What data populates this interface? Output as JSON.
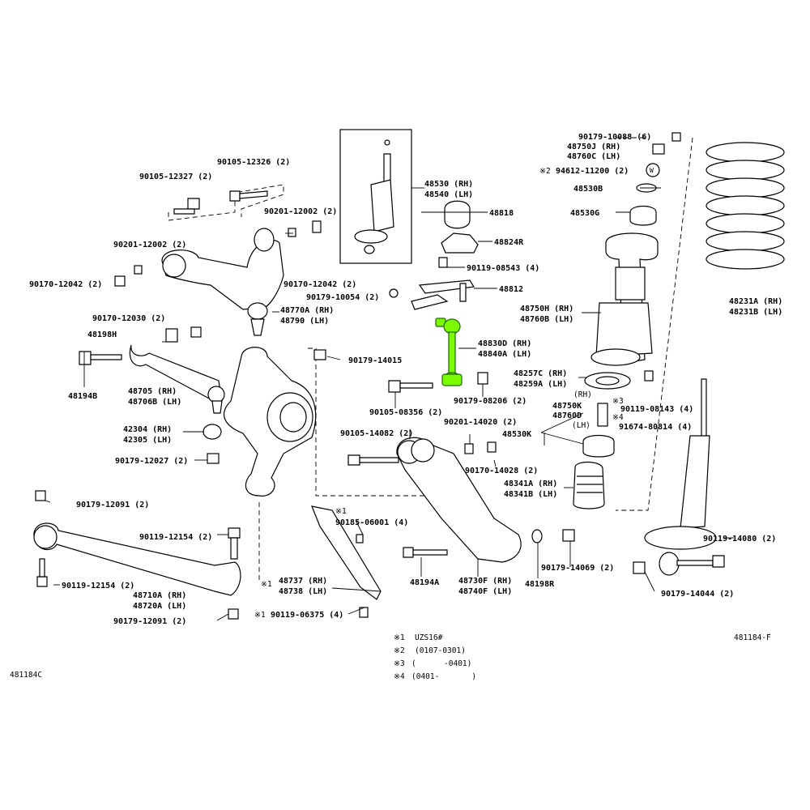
{
  "parts": {
    "p90105_12326": "90105-12326 (2)",
    "p90105_12327": "90105-12327 (2)",
    "p90201_12002a": "90201-12002 (2)",
    "p90201_12002b": "90201-12002 (2)",
    "p90170_12042a": "90170-12042 (2)",
    "p90170_12042b": "90170-12042 (2)",
    "p90179_10054": "90179-10054 (2)",
    "p48770A": "48770A (RH)",
    "p48790": "48790 (LH)",
    "p90170_12030": "90170-12030 (2)",
    "p48198H": "48198H",
    "p48194B": "48194B",
    "p48705": "48705 (RH)",
    "p48706B": "48706B (LH)",
    "p90179_14015": "90179-14015",
    "p42304": "42304 (RH)",
    "p42305": "42305 (LH)",
    "p90179_12027": "90179-12027 (2)",
    "p90179_12091a": "90179-12091 (2)",
    "p90119_12154a": "90119-12154 (2)",
    "p90119_12154b": "90119-12154 (2)",
    "p48710A": "48710A (RH)",
    "p48720A": "48720A (LH)",
    "p90179_12091b": "90179-12091 (2)",
    "p48530": "48530 (RH)",
    "p48540": "48540 (LH)",
    "p48818": "48818",
    "p48824R": "48824R",
    "p90119_08543": "90119-08543 (4)",
    "p48812": "48812",
    "p48830D": "48830D (RH)",
    "p48840A": "48840A (LH)",
    "p90179_08206": "90179-08206 (2)",
    "p90105_08356": "90105-08356 (2)",
    "p90105_14082": "90105-14082 (2)",
    "p90201_14020": "90201-14020 (2)",
    "p90170_14028": "90170-14028 (2)",
    "p90185_06001": "90185-06001 (4)",
    "p48737": "48737 (RH)",
    "p48738": "48738 (LH)",
    "p90119_06375": "90119-06375 (4)",
    "p48194A": "48194A",
    "p48730F": "48730F (RH)",
    "p48740F": "48740F (LH)",
    "p48198R": "48198R",
    "p90179_14069": "90179-14069 (2)",
    "p90179_10088": "90179-10088 (6)",
    "p48750J": "48750J (RH)",
    "p48760C": "48760C (LH)",
    "p94612_11200": "94612-11200 (2)",
    "p48530B": "48530B",
    "p48530G": "48530G",
    "p48750H": "48750H (RH)",
    "p48760B": "48760B (LH)",
    "p48257C": "48257C (RH)",
    "p48259A": "48259A (LH)",
    "p48750K": "48750K",
    "p48750K_rh": "(RH)",
    "p48760D": "48760D",
    "p48760D_lh": "(LH)",
    "p48530K": "48530K",
    "p90119_08143": "90119-08143 (4)",
    "p91674_80814": "91674-80814 (4)",
    "p48341A": "48341A (RH)",
    "p48341B": "48341B (LH)",
    "p48231A": "48231A (RH)",
    "p48231B": "48231B (LH)",
    "p90119_14080": "90119-14080 (2)",
    "p90179_14044": "90179-14044 (2)"
  },
  "marks": {
    "m1": "※1",
    "m2": "※2",
    "m3": "※3",
    "m4": "※4"
  },
  "notes": [
    {
      "mark": "※1",
      "text": "UZS16#"
    },
    {
      "mark": "※2",
      "text": "(0107-0301)"
    },
    {
      "mark": "※3",
      "text": "(      -0401)"
    },
    {
      "mark": "※4",
      "text": "(0401-       )"
    }
  ],
  "refs": {
    "left": "481184C",
    "right": "481184-F"
  },
  "colors": {
    "highlight": "#7CFC00",
    "line": "#000000",
    "background": "#ffffff"
  }
}
